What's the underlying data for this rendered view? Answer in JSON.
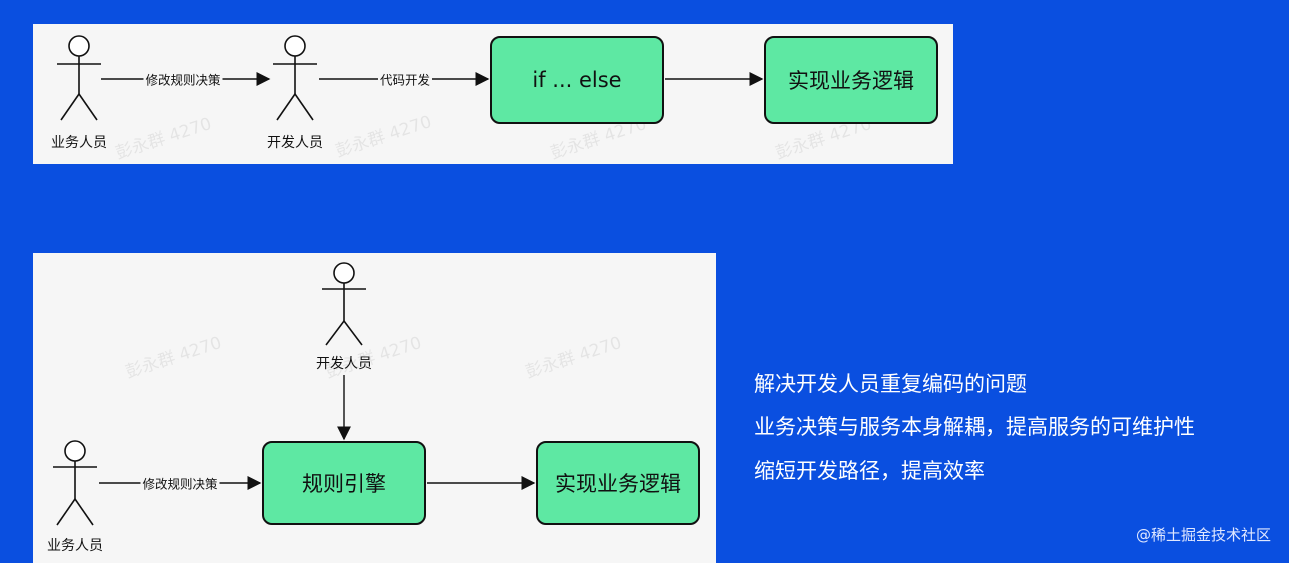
{
  "top_diagram": {
    "actor_business": "业务人员",
    "actor_developer": "开发人员",
    "edge_modify_rules": "修改规则决策",
    "edge_code_dev": "代码开发",
    "node_ifelse": "if ... else",
    "node_logic": "实现业务逻辑",
    "watermarks": [
      "彭永群 4270",
      "彭永群 4270",
      "彭永群 4270",
      "彭永群 4270"
    ]
  },
  "bottom_diagram": {
    "actor_developer": "开发人员",
    "actor_business": "业务人员",
    "edge_modify_rules": "修改规则决策",
    "node_rule_engine": "规则引擎",
    "node_logic": "实现业务逻辑",
    "watermarks": [
      "彭永群 4270",
      "彭永群 4270",
      "彭永群 4270"
    ]
  },
  "benefits": [
    "解决开发人员重复编码的问题",
    "业务决策与服务本身解耦，提高服务的可维护性",
    "缩短开发路径，提高效率"
  ],
  "site_mark": "@稀土掘金技术社区"
}
